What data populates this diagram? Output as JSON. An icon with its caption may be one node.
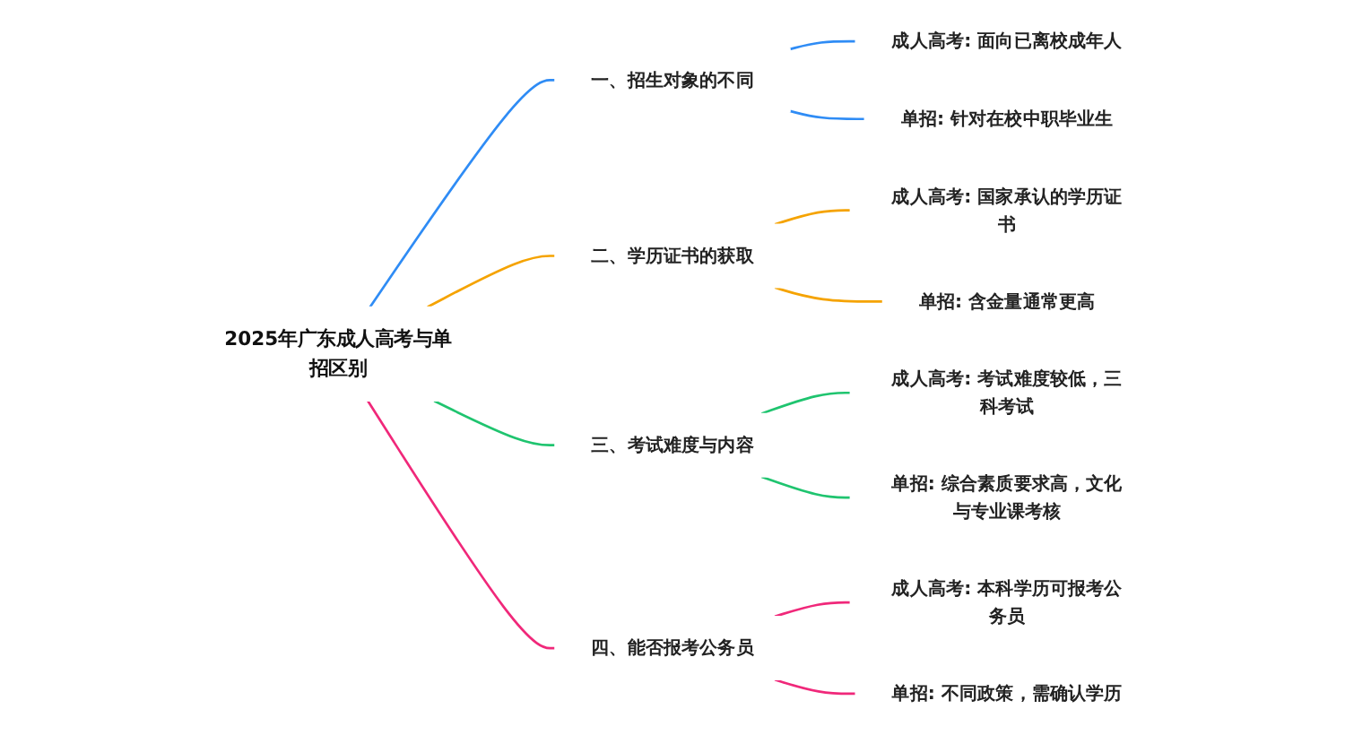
{
  "diagram": {
    "nodes": [
      {
        "text": [
          "2025年广东成人高考与单招区别"
        ]
      },
      {
        "text": [
          "一、招生对象的不同"
        ]
      },
      {
        "text": [
          "成人高考: 面向已离校成年人"
        ]
      },
      {
        "text": [
          "单招: 针对在校中职毕业生"
        ]
      },
      {
        "text": [
          "二、学历证书的获取"
        ]
      },
      {
        "text": [
          "成人高考: 国家承认的学历证书"
        ]
      },
      {
        "text": [
          "单招: 含金量通常更高"
        ]
      },
      {
        "text": [
          "三、考试难度与内容"
        ]
      },
      {
        "text": [
          "成人高考: 考试难度较低，三科考试"
        ]
      },
      {
        "text": [
          "单招: 综合素质要求高，文化与专业课考核"
        ]
      },
      {
        "text": [
          "四、能否报考公务员"
        ]
      },
      {
        "text": [
          "成人高考: 本科学历可报考公务员"
        ]
      },
      {
        "text": [
          "单招: 不同政策，需确认学历"
        ]
      }
    ],
    "edges": [
      {
        "from": 0,
        "to": 1,
        "arrow": "none",
        "color": "#2f8cf5"
      },
      {
        "from": 1,
        "to": 2,
        "arrow": "none",
        "color": "#2f8cf5"
      },
      {
        "from": 1,
        "to": 3,
        "arrow": "none",
        "color": "#2f8cf5"
      },
      {
        "from": 0,
        "to": 4,
        "arrow": "none",
        "color": "#f5a300"
      },
      {
        "from": 4,
        "to": 5,
        "arrow": "none",
        "color": "#f5a300"
      },
      {
        "from": 4,
        "to": 6,
        "arrow": "none",
        "color": "#f5a300"
      },
      {
        "from": 0,
        "to": 7,
        "arrow": "none",
        "color": "#1fc46f"
      },
      {
        "from": 7,
        "to": 8,
        "arrow": "none",
        "color": "#1fc46f"
      },
      {
        "from": 7,
        "to": 9,
        "arrow": "none",
        "color": "#1fc46f"
      },
      {
        "from": 0,
        "to": 10,
        "arrow": "none",
        "color": "#f0287a"
      },
      {
        "from": 10,
        "to": 11,
        "arrow": "none",
        "color": "#f0287a"
      },
      {
        "from": 10,
        "to": 12,
        "arrow": "none",
        "color": "#f0287a"
      }
    ]
  }
}
